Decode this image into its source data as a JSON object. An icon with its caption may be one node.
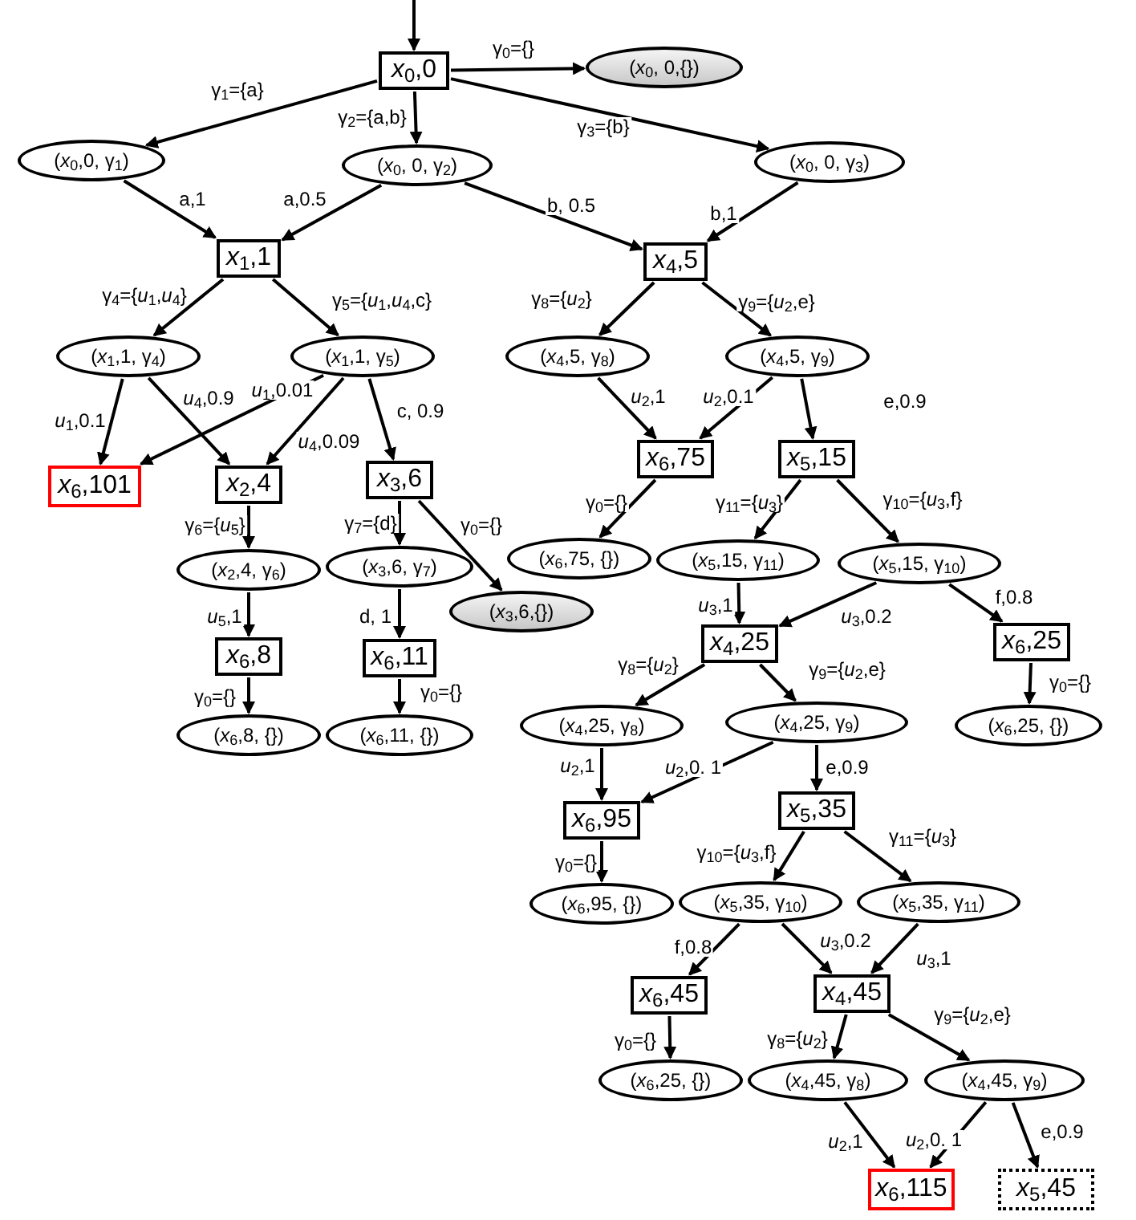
{
  "diagram": {
    "nodes": [
      {
        "text": [
          "*x*$_{0}$,0"
        ]
      },
      {
        "text": [
          "(*x*$_{0}$, 0,{})"
        ]
      },
      {
        "text": [
          "(*x*$_{0}$,0, γ$_{1}$)"
        ]
      },
      {
        "text": [
          "(*x*$_{0}$, 0, γ$_{2}$)"
        ]
      },
      {
        "text": [
          "(*x*$_{0}$, 0, γ$_{3}$)"
        ]
      },
      {
        "text": [
          "*x*$_{1}$,1"
        ]
      },
      {
        "text": [
          "*x*$_{4}$,5"
        ]
      },
      {
        "text": [
          "(*x*$_{1}$,1, γ$_{4}$)"
        ]
      },
      {
        "text": [
          "(*x*$_{1}$,1, γ$_{5}$)"
        ]
      },
      {
        "text": [
          "(*x*$_{4}$,5, γ$_{8}$)"
        ]
      },
      {
        "text": [
          "(*x*$_{4}$,5, γ$_{9}$)"
        ]
      },
      {
        "text": [
          "*x*$_{6}$,101"
        ]
      },
      {
        "text": [
          "*x*$_{2}$,4"
        ]
      },
      {
        "text": [
          "*x*$_{3}$,6"
        ]
      },
      {
        "text": [
          "*x*$_{6}$,75"
        ]
      },
      {
        "text": [
          "*x*$_{5}$,15"
        ]
      },
      {
        "text": [
          "(*x*$_{2}$,4, γ$_{6}$)"
        ]
      },
      {
        "text": [
          "(*x*$_{3}$,6, γ$_{7}$)"
        ]
      },
      {
        "text": [
          "(*x*$_{3}$,6,{})"
        ]
      },
      {
        "text": [
          "(*x*$_{6}$,75, {})"
        ]
      },
      {
        "text": [
          "(*x*$_{5}$,15, γ$_{11}$)"
        ]
      },
      {
        "text": [
          "(*x*$_{5}$,15, γ$_{10}$)"
        ]
      },
      {
        "text": [
          "*x*$_{6}$,8"
        ]
      },
      {
        "text": [
          "*x*$_{6}$,11"
        ]
      },
      {
        "text": [
          "*x*$_{4}$,25"
        ]
      },
      {
        "text": [
          "*x*$_{6}$,25"
        ]
      },
      {
        "text": [
          "(*x*$_{6}$,8, {})"
        ]
      },
      {
        "text": [
          "(*x*$_{6}$,11, {})"
        ]
      },
      {
        "text": [
          "(*x*$_{4}$,25, γ$_{8}$)"
        ]
      },
      {
        "text": [
          "(*x*$_{4}$,25, γ$_{9}$)"
        ]
      },
      {
        "text": [
          "(*x*$_{6}$,25, {})"
        ]
      },
      {
        "text": [
          "*x*$_{6}$,95"
        ]
      },
      {
        "text": [
          "*x*$_{5}$,35"
        ]
      },
      {
        "text": [
          "(*x*$_{6}$,95, {})"
        ]
      },
      {
        "text": [
          "(*x*$_{5}$,35, γ$_{10}$)"
        ]
      },
      {
        "text": [
          "(*x*$_{5}$,35, γ$_{11}$)"
        ]
      },
      {
        "text": [
          "*x*$_{6}$,45"
        ]
      },
      {
        "text": [
          "*x*$_{4}$,45"
        ]
      },
      {
        "text": [
          "(*x*$_{6}$,25, {})"
        ]
      },
      {
        "text": [
          "(*x*$_{4}$,45, γ$_{8}$)"
        ]
      },
      {
        "text": [
          "(*x*$_{4}$,45, γ$_{9}$)"
        ]
      },
      {
        "text": [
          "*x*$_{6}$,115"
        ]
      },
      {
        "text": [
          "*x*$_{5}$,45"
        ]
      }
    ],
    "edges": [
      {
        "from": null,
        "to": 0,
        "arrow": "to"
      },
      {
        "from": 0,
        "to": 1,
        "arrow": "to",
        "label": "γ$_{0}$={}"
      },
      {
        "from": 0,
        "to": 2,
        "arrow": "to",
        "label": "γ$_{1}$={a}"
      },
      {
        "from": 0,
        "to": 3,
        "arrow": "to",
        "label": "γ$_{2}$={a,b}"
      },
      {
        "from": 0,
        "to": 4,
        "arrow": "to",
        "label": "γ$_{3}$={b}"
      },
      {
        "from": 2,
        "to": 5,
        "arrow": "to",
        "label": "a,1"
      },
      {
        "from": 3,
        "to": 5,
        "arrow": "to",
        "label": "a,0.5"
      },
      {
        "from": 3,
        "to": 6,
        "arrow": "to",
        "label": "b, 0.5"
      },
      {
        "from": 4,
        "to": 6,
        "arrow": "to",
        "label": "b,1"
      },
      {
        "from": 5,
        "to": 7,
        "arrow": "to",
        "label": "γ$_{4}$={*u*$_{1}$,*u*$_{4}$}"
      },
      {
        "from": 5,
        "to": 8,
        "arrow": "to",
        "label": "γ$_{5}$={*u*$_{1}$,*u*$_{4}$,c}"
      },
      {
        "from": 6,
        "to": 9,
        "arrow": "to",
        "label": "γ$_{8}$={*u*$_{2}$}"
      },
      {
        "from": 6,
        "to": 10,
        "arrow": "to",
        "label": "γ$_{9}$={*u*$_{2}$,e}"
      },
      {
        "from": 7,
        "to": 11,
        "arrow": "to",
        "label": "*u*$_{1}$,0.1"
      },
      {
        "from": 7,
        "to": 12,
        "arrow": "to",
        "label": "*u*$_{4}$,0.9"
      },
      {
        "from": 8,
        "to": 11,
        "arrow": "to",
        "label": "*u*$_{1}$,0.01"
      },
      {
        "from": 8,
        "to": 12,
        "arrow": "to",
        "label": "*u*$_{4}$,0.09"
      },
      {
        "from": 8,
        "to": 13,
        "arrow": "to",
        "label": "c, 0.9"
      },
      {
        "from": 9,
        "to": 14,
        "arrow": "to",
        "label": "*u*$_{2}$,1"
      },
      {
        "from": 10,
        "to": 14,
        "arrow": "to",
        "label": "*u*$_{2}$,0.1"
      },
      {
        "from": 10,
        "to": 15,
        "arrow": "to",
        "label": "e,0.9"
      },
      {
        "from": 12,
        "to": 16,
        "arrow": "to",
        "label": "γ$_{6}$={*u*$_{5}$}"
      },
      {
        "from": 13,
        "to": 17,
        "arrow": "to",
        "label": "γ$_{7}$={d}"
      },
      {
        "from": 13,
        "to": 18,
        "arrow": "to",
        "label": "γ$_{0}$={}"
      },
      {
        "from": 14,
        "to": 19,
        "arrow": "to",
        "label": "γ$_{0}$={}"
      },
      {
        "from": 15,
        "to": 20,
        "arrow": "to",
        "label": "γ$_{11}$={*u*$_{3}$}"
      },
      {
        "from": 15,
        "to": 21,
        "arrow": "to",
        "label": "γ$_{10}$={*u*$_{3}$,f}"
      },
      {
        "from": 16,
        "to": 22,
        "arrow": "to",
        "label": "*u*$_{5}$,1"
      },
      {
        "from": 17,
        "to": 23,
        "arrow": "to",
        "label": "d, 1"
      },
      {
        "from": 20,
        "to": 24,
        "arrow": "to",
        "label": "*u*$_{3}$,1"
      },
      {
        "from": 21,
        "to": 24,
        "arrow": "to",
        "label": "*u*$_{3}$,0.2"
      },
      {
        "from": 21,
        "to": 25,
        "arrow": "to",
        "label": "f,0.8"
      },
      {
        "from": 22,
        "to": 26,
        "arrow": "to",
        "label": "γ$_{0}$={}"
      },
      {
        "from": 23,
        "to": 27,
        "arrow": "to",
        "label": "γ$_{0}$={}"
      },
      {
        "from": 24,
        "to": 28,
        "arrow": "to",
        "label": "γ$_{8}$={*u*$_{2}$}"
      },
      {
        "from": 24,
        "to": 29,
        "arrow": "to",
        "label": "γ$_{9}$={*u*$_{2}$,e}"
      },
      {
        "from": 25,
        "to": 30,
        "arrow": "to",
        "label": "γ$_{0}$={}"
      },
      {
        "from": 28,
        "to": 31,
        "arrow": "to",
        "label": "*u*$_{2}$,1"
      },
      {
        "from": 29,
        "to": 31,
        "arrow": "to",
        "label": "*u*$_{2}$,0. 1"
      },
      {
        "from": 29,
        "to": 32,
        "arrow": "to",
        "label": "e,0.9"
      },
      {
        "from": 31,
        "to": 33,
        "arrow": "to",
        "label": "γ$_{0}$={}"
      },
      {
        "from": 32,
        "to": 34,
        "arrow": "to",
        "label": "γ$_{10}$={*u*$_{3}$,f}"
      },
      {
        "from": 32,
        "to": 35,
        "arrow": "to",
        "label": "γ$_{11}$={*u*$_{3}$}"
      },
      {
        "from": 34,
        "to": 36,
        "arrow": "to",
        "label": "f,0.8"
      },
      {
        "from": 34,
        "to": 37,
        "arrow": "to",
        "label": "*u*$_{3}$,0.2"
      },
      {
        "from": 35,
        "to": 37,
        "arrow": "to",
        "label": "*u*$_{3}$,1"
      },
      {
        "from": 36,
        "to": 38,
        "arrow": "to",
        "label": "γ$_{0}$={}"
      },
      {
        "from": 37,
        "to": 39,
        "arrow": "to",
        "label": "γ$_{8}$={*u*$_{2}$}"
      },
      {
        "from": 37,
        "to": 40,
        "arrow": "to",
        "label": "γ$_{9}$={*u*$_{2}$,e}"
      },
      {
        "from": 39,
        "to": 41,
        "arrow": "to",
        "label": "*u*$_{2}$,1"
      },
      {
        "from": 40,
        "to": 41,
        "arrow": "to",
        "label": "*u*$_{2}$,0. 1"
      },
      {
        "from": 40,
        "to": 42,
        "arrow": "to",
        "label": "e,0.9"
      }
    ]
  }
}
